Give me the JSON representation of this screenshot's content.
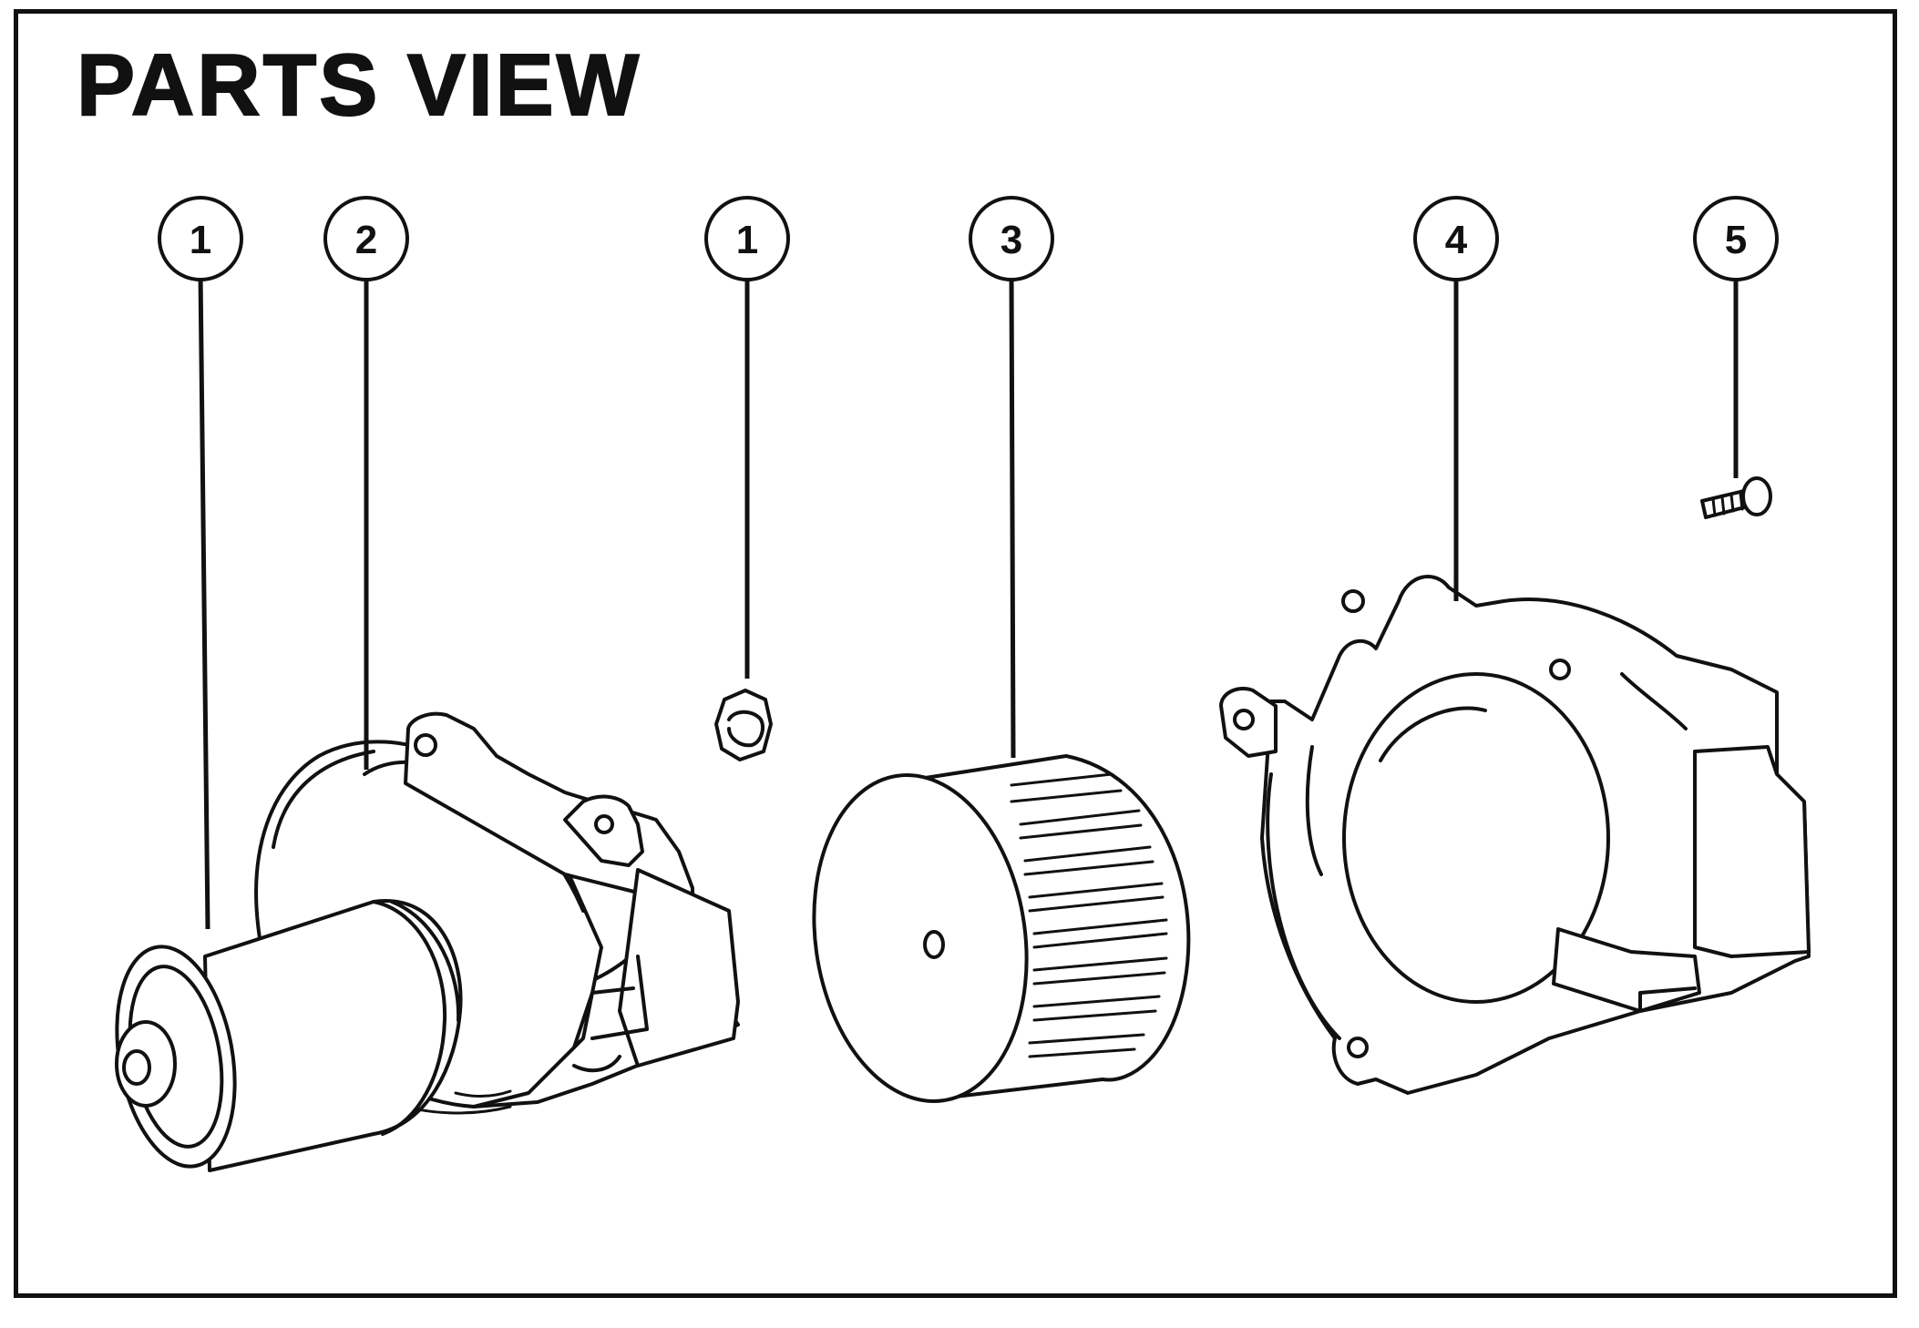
{
  "title": "PARTS VIEW",
  "callouts": [
    {
      "label": "1",
      "part": "motor"
    },
    {
      "label": "2",
      "part": "housing"
    },
    {
      "label": "1",
      "part": "nut"
    },
    {
      "label": "3",
      "part": "blower-wheel"
    },
    {
      "label": "4",
      "part": "cover"
    },
    {
      "label": "5",
      "part": "screw"
    }
  ],
  "colors": {
    "ink": "#111111",
    "paper": "#ffffff"
  }
}
